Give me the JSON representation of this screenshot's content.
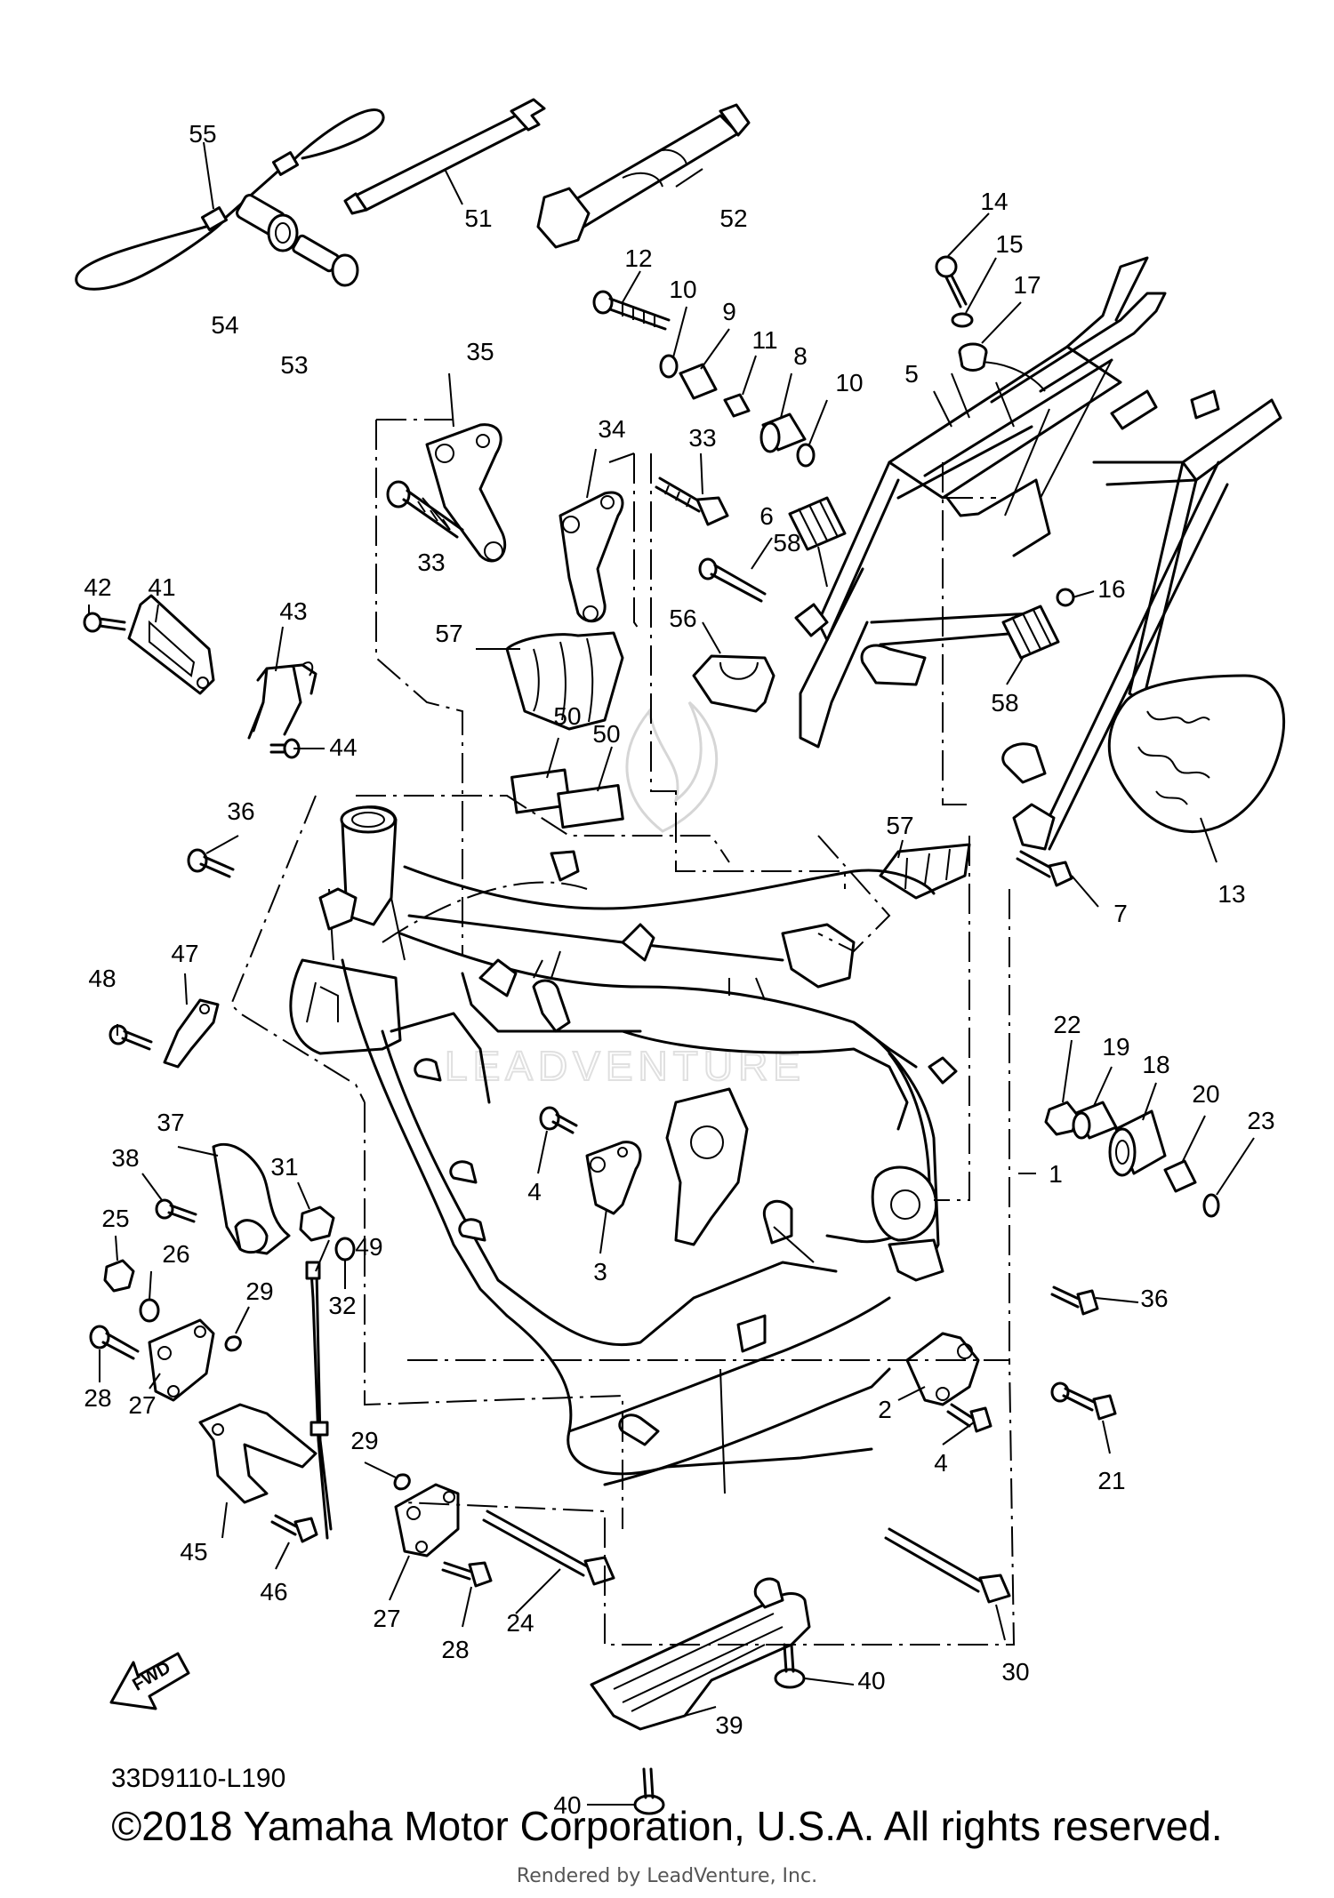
{
  "diagram": {
    "code": "33D9110-L190",
    "fwd_label": "FWD",
    "watermark": "LEADVENTURE",
    "parts": [
      {
        "num": "1"
      },
      {
        "num": "2"
      },
      {
        "num": "3"
      },
      {
        "num": "4"
      },
      {
        "num": "4"
      },
      {
        "num": "5"
      },
      {
        "num": "6"
      },
      {
        "num": "7"
      },
      {
        "num": "8"
      },
      {
        "num": "9"
      },
      {
        "num": "10"
      },
      {
        "num": "10"
      },
      {
        "num": "11"
      },
      {
        "num": "12"
      },
      {
        "num": "13"
      },
      {
        "num": "14"
      },
      {
        "num": "15"
      },
      {
        "num": "16"
      },
      {
        "num": "17"
      },
      {
        "num": "18"
      },
      {
        "num": "19"
      },
      {
        "num": "20"
      },
      {
        "num": "21"
      },
      {
        "num": "22"
      },
      {
        "num": "23"
      },
      {
        "num": "24"
      },
      {
        "num": "25"
      },
      {
        "num": "26"
      },
      {
        "num": "27"
      },
      {
        "num": "27"
      },
      {
        "num": "28"
      },
      {
        "num": "28"
      },
      {
        "num": "29"
      },
      {
        "num": "29"
      },
      {
        "num": "30"
      },
      {
        "num": "31"
      },
      {
        "num": "32"
      },
      {
        "num": "33"
      },
      {
        "num": "33"
      },
      {
        "num": "34"
      },
      {
        "num": "35"
      },
      {
        "num": "36"
      },
      {
        "num": "36"
      },
      {
        "num": "37"
      },
      {
        "num": "38"
      },
      {
        "num": "39"
      },
      {
        "num": "40"
      },
      {
        "num": "40"
      },
      {
        "num": "41"
      },
      {
        "num": "42"
      },
      {
        "num": "43"
      },
      {
        "num": "44"
      },
      {
        "num": "45"
      },
      {
        "num": "46"
      },
      {
        "num": "47"
      },
      {
        "num": "48"
      },
      {
        "num": "49"
      },
      {
        "num": "50"
      },
      {
        "num": "50"
      },
      {
        "num": "51"
      },
      {
        "num": "52"
      },
      {
        "num": "53"
      },
      {
        "num": "54"
      },
      {
        "num": "55"
      },
      {
        "num": "56"
      },
      {
        "num": "57"
      },
      {
        "num": "57"
      },
      {
        "num": "58"
      },
      {
        "num": "58"
      }
    ]
  },
  "footer": {
    "copyright": "©2018 Yamaha Motor Corporation, U.S.A. All rights reserved.",
    "rendered_by": "Rendered by LeadVenture, Inc."
  }
}
